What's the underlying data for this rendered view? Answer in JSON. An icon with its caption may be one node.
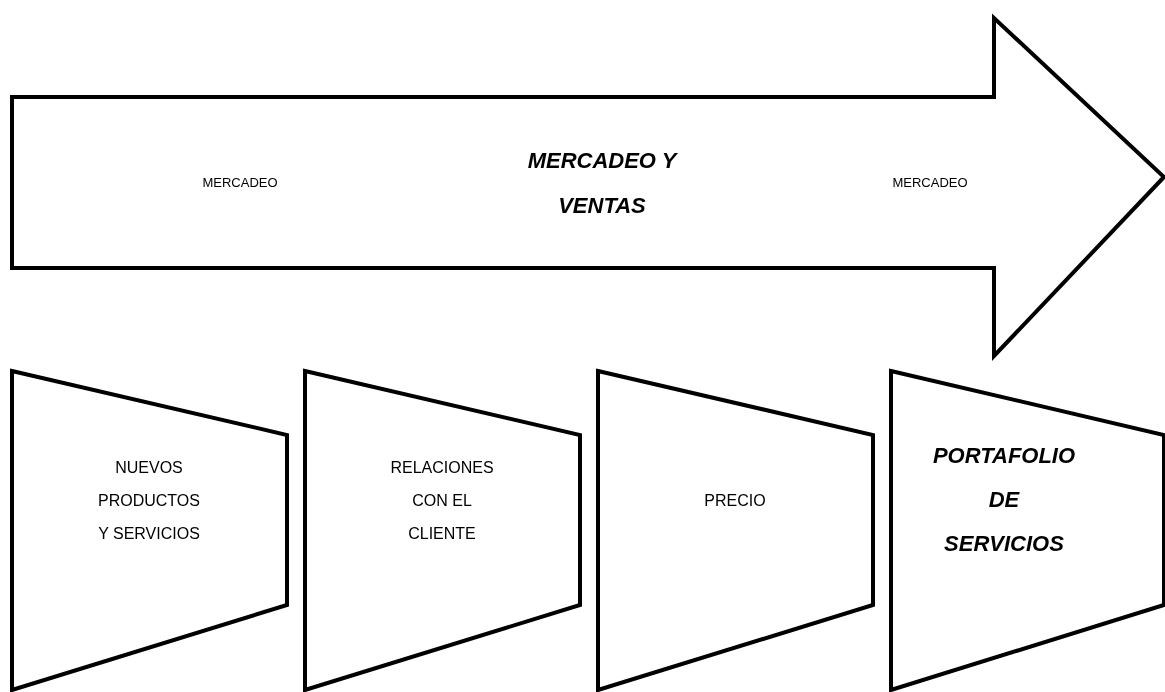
{
  "diagram": {
    "nodes": [
      {
        "text": [
          "MERCADEO",
          "MERCADEO Y VENTAS",
          "MERCADEO"
        ]
      },
      {
        "text": [
          "NUEVOS PRODUCTOS Y SERVICIOS"
        ]
      },
      {
        "text": [
          "RELACIONES CON EL CLIENTE"
        ]
      },
      {
        "text": [
          "PRECIO"
        ]
      },
      {
        "text": [
          "PORTAFOLIO DE SERVICIOS"
        ]
      }
    ]
  }
}
